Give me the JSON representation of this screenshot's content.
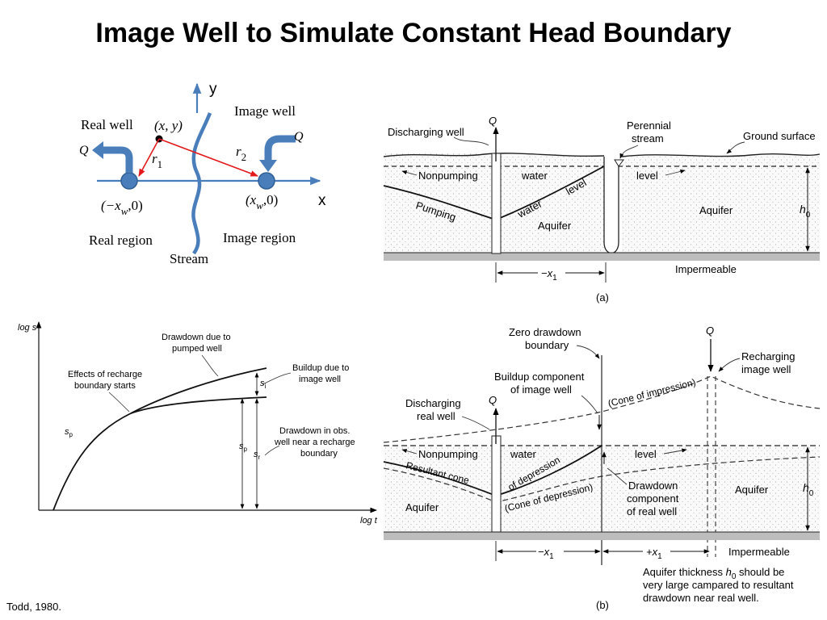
{
  "title": "Image Well to Simulate Constant Head Boundary",
  "citation": "Todd, 1980.",
  "image_well_sketch": {
    "y_axis": "y",
    "x_axis": "x",
    "real_well": "Real well",
    "image_well": "Image well",
    "point": "(x, y)",
    "q_left": "Q",
    "q_right": "Q",
    "r1": "r",
    "r1_sub": "1",
    "r2": "r",
    "r2_sub": "2",
    "real_coord_a": "(−x",
    "real_coord_sub": "w",
    "real_coord_b": ",0)",
    "image_coord_a": "(x",
    "image_coord_sub": "w",
    "image_coord_b": ",0)",
    "real_region": "Real region",
    "image_region": "Image region",
    "stream": "Stream",
    "colors": {
      "line": "#4a7ebb",
      "arrow": "#e31a1c"
    }
  },
  "panel_a": {
    "q": "Q",
    "discharging_well": "Discharging well",
    "perennial_stream_1": "Perennial",
    "perennial_stream_2": "stream",
    "ground_surface": "Ground surface",
    "nonpumping": "Nonpumping",
    "water": "water",
    "level": "level",
    "level2": "level",
    "pumping": "Pumping",
    "water2": "water",
    "aquifer_left": "Aquifer",
    "aquifer_right": "Aquifer",
    "h0": "h",
    "h0_sub": "0",
    "impermeable": "Impermeable",
    "x1": "−x",
    "x1_sub": "1",
    "caption": "(a)"
  },
  "panel_graph": {
    "y_axis": "log s",
    "x_axis": "log t",
    "drawdown_pumped_1": "Drawdown due to",
    "drawdown_pumped_2": "pumped well",
    "effects_1": "Effects of recharge",
    "effects_2": "boundary starts",
    "buildup_1": "Buildup due to",
    "buildup_2": "image well",
    "si": "s",
    "si_sub": "i",
    "sp_curve": "s",
    "sp_curve_sub": "p",
    "sp": "s",
    "sp_sub": "p",
    "sr": "s",
    "sr_sub": "r",
    "obs_1": "Drawdown in obs.",
    "obs_2": "well near a recharge",
    "obs_3": "boundary"
  },
  "panel_b": {
    "zero_drawdown_1": "Zero drawdown",
    "zero_drawdown_2": "boundary",
    "q_top": "Q",
    "q_real": "Q",
    "recharging_1": "Recharging",
    "recharging_2": "image well",
    "buildup_1": "Buildup component",
    "buildup_2": "of image well",
    "cone_impression": "(Cone of impression)",
    "discharging_1": "Discharging",
    "discharging_2": "real well",
    "nonpumping": "Nonpumping",
    "water": "water",
    "level": "level",
    "resultant_cone": "Resultant cone",
    "of_depression": "of depression",
    "cone_depression": "(Cone of depression)",
    "drawdown_1": "Drawdown",
    "drawdown_2": "component",
    "drawdown_3": "of real well",
    "aquifer_left": "Aquifer",
    "aquifer_right": "Aquifer",
    "h0": "h",
    "h0_sub": "0",
    "minus_x1": "−x",
    "minus_x1_sub": "1",
    "plus_x1": "+x",
    "plus_x1_sub": "1",
    "impermeable": "Impermeable",
    "note_1": "Aquifer thickness ",
    "note_h0": "h",
    "note_h0_sub": "0",
    "note_1b": " should be",
    "note_2": "very large campared to resultant",
    "note_3": "drawdown near real well.",
    "caption": "(b)"
  }
}
